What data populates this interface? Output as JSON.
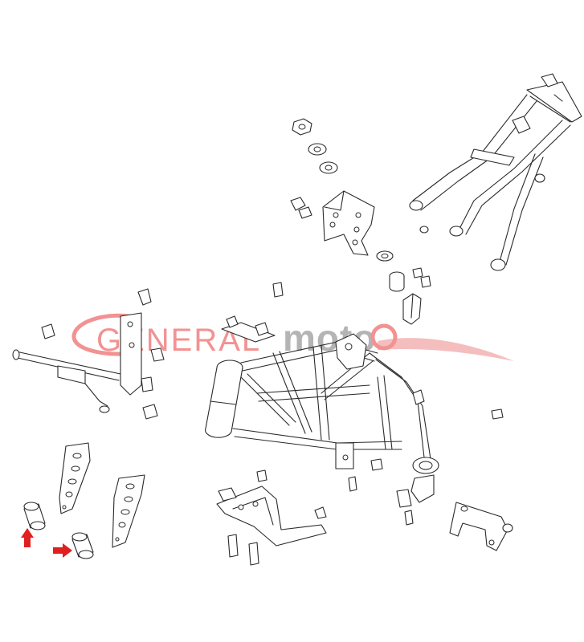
{
  "watermark": {
    "text_general": "GENERAL",
    "text_moto": "moto",
    "color_red": "#f08080",
    "color_gray": "#a8a8a8"
  },
  "indicators": {
    "color": "#e02020",
    "items": [
      {
        "name": "arrow-up",
        "direction": "up"
      },
      {
        "name": "arrow-right",
        "direction": "right"
      }
    ]
  },
  "colors": {
    "line": "#2a2a2a",
    "background": "#ffffff"
  }
}
